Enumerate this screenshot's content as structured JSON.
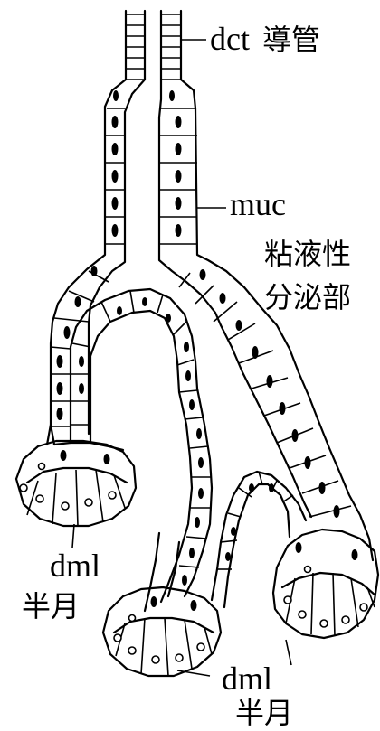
{
  "labels": {
    "dct": "dct",
    "dct_jp": "導管",
    "muc": "muc",
    "muc_jp_line1": "粘液性",
    "muc_jp_line2": "分泌部",
    "dml_left": "dml",
    "dml_left_jp": "半月",
    "dml_right": "dml",
    "dml_right_jp": "半月"
  },
  "colors": {
    "ink": "#000000",
    "paper": "#ffffff"
  }
}
